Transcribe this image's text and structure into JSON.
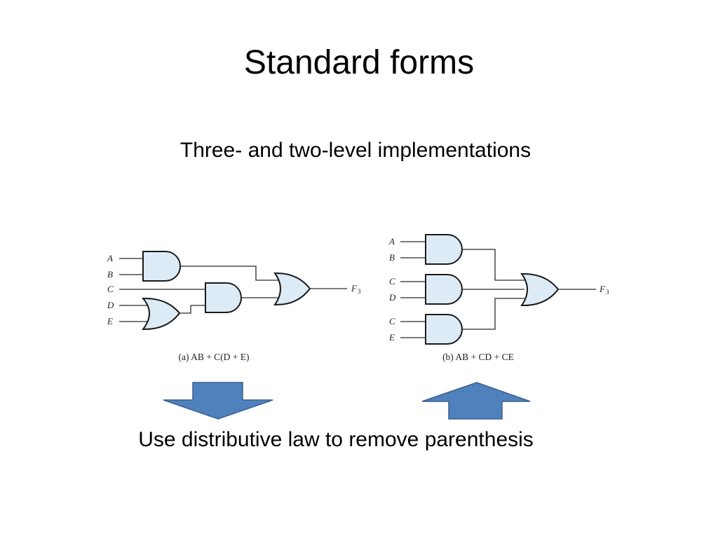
{
  "slide": {
    "title": "Standard forms",
    "subtitle": "Three- and two-level implementations",
    "bottom_text": "Use distributive law to remove parenthesis"
  },
  "diagram_a": {
    "inputs": [
      "A",
      "B",
      "C",
      "D",
      "E"
    ],
    "output": "F",
    "output_sub": "3",
    "caption": "(a) AB + C(D + E)"
  },
  "diagram_b": {
    "inputs": [
      "A",
      "B",
      "C",
      "D",
      "C",
      "E"
    ],
    "output": "F",
    "output_sub": "3",
    "caption": "(b) AB + CD + CE"
  },
  "colors": {
    "gate_fill": "#dcebf6",
    "arrow_fill": "#4f81bd"
  }
}
